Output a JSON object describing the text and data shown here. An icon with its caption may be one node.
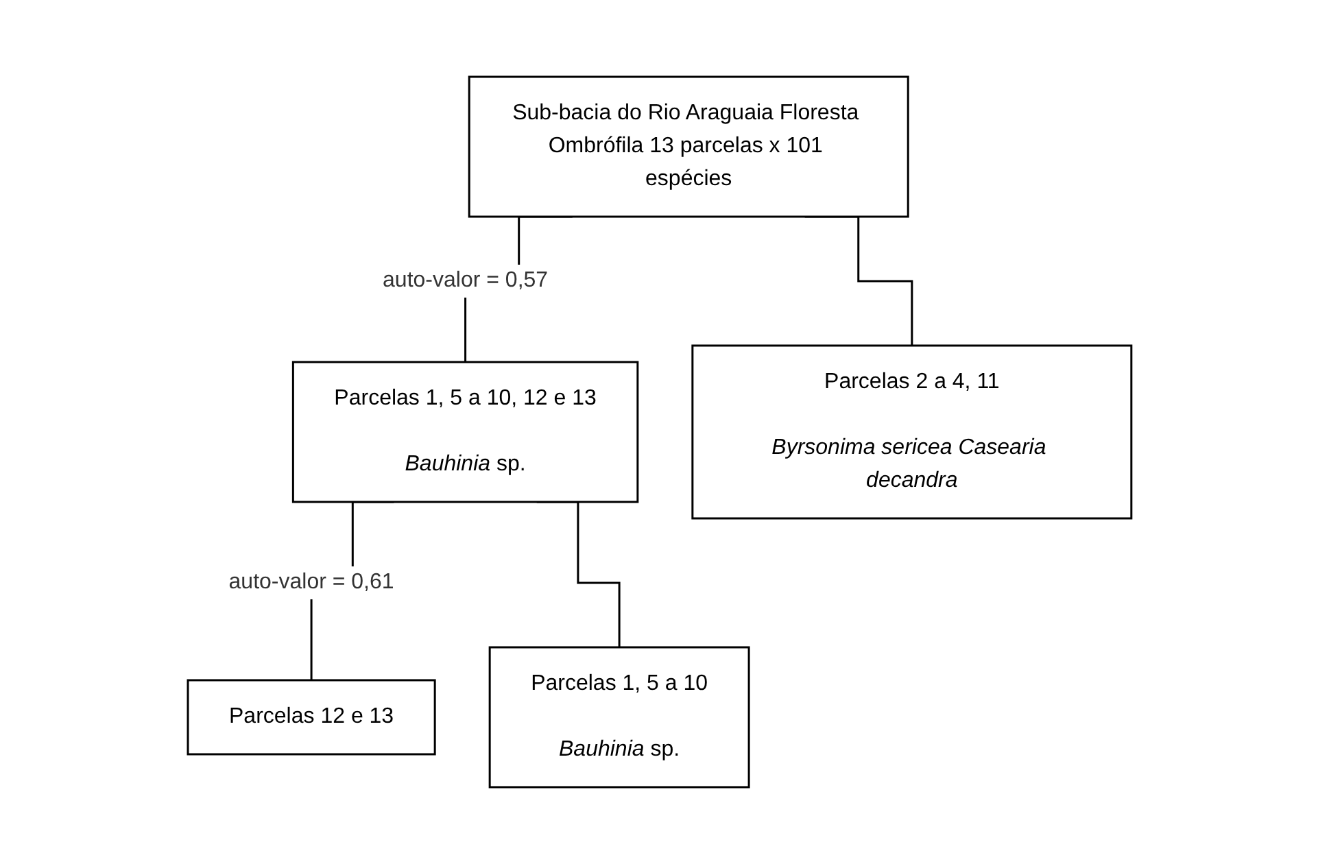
{
  "diagram": {
    "nodes": [
      {
        "text": [
          "Sub-bacia do Rio Araguaia Floresta Ombrófila 13 parcelas x 101 espécies"
        ]
      },
      {
        "text": [
          "Parcelas 1, 5 a 10, 12 e 13",
          "*Bauhinia* sp."
        ]
      },
      {
        "text": [
          "Parcelas 2 a 4, 11",
          "*Byrsonima sericea Casearia decandra*"
        ]
      },
      {
        "text": [
          "Parcelas 12 e 13"
        ]
      },
      {
        "text": [
          "Parcelas 1, 5 a 10",
          "*Bauhinia* sp."
        ]
      }
    ],
    "edges": [
      {
        "from": 0,
        "to": 1,
        "arrow": "none",
        "label": "auto-valor = 0,57"
      },
      {
        "from": 0,
        "to": 2,
        "arrow": "none"
      },
      {
        "from": 1,
        "to": 3,
        "arrow": "none",
        "label": "auto-valor = 0,61"
      },
      {
        "from": 1,
        "to": 4,
        "arrow": "none"
      }
    ]
  }
}
